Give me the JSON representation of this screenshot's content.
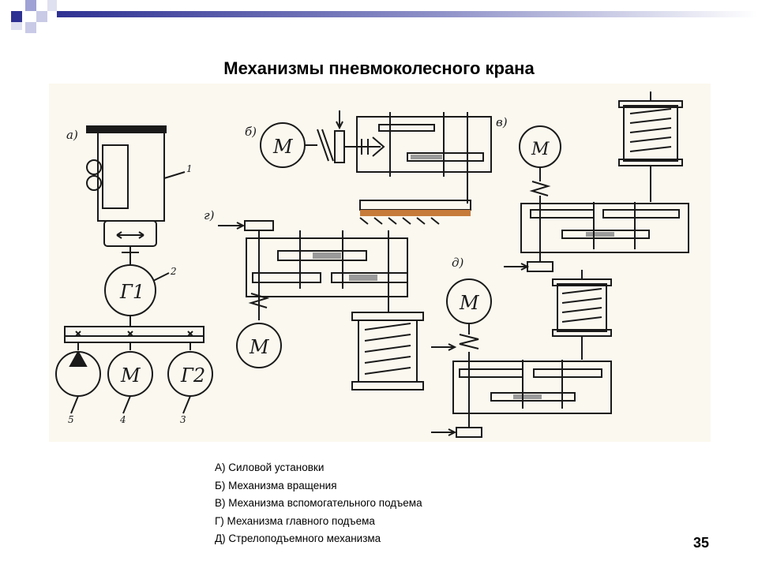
{
  "slide": {
    "title": "Механизмы пневмоколесного крана",
    "page_number": "35",
    "accent_color": "#2e3192"
  },
  "figure": {
    "panel_labels": [
      "а)",
      "б)",
      "в)",
      "г)",
      "д)"
    ],
    "component_labels": {
      "generator_1": "Г1",
      "generator_2": "Г2",
      "motor": "М",
      "callout_1": "1",
      "callout_2": "2",
      "callout_3": "3",
      "callout_4": "4",
      "callout_5": "5"
    }
  },
  "legend": [
    "А) Силовой установки",
    "Б) Механизма вращения",
    "В) Механизма вспомогательного подъема",
    "Г) Механизма главного подъема",
    "Д) Стрелоподъемного механизма"
  ]
}
